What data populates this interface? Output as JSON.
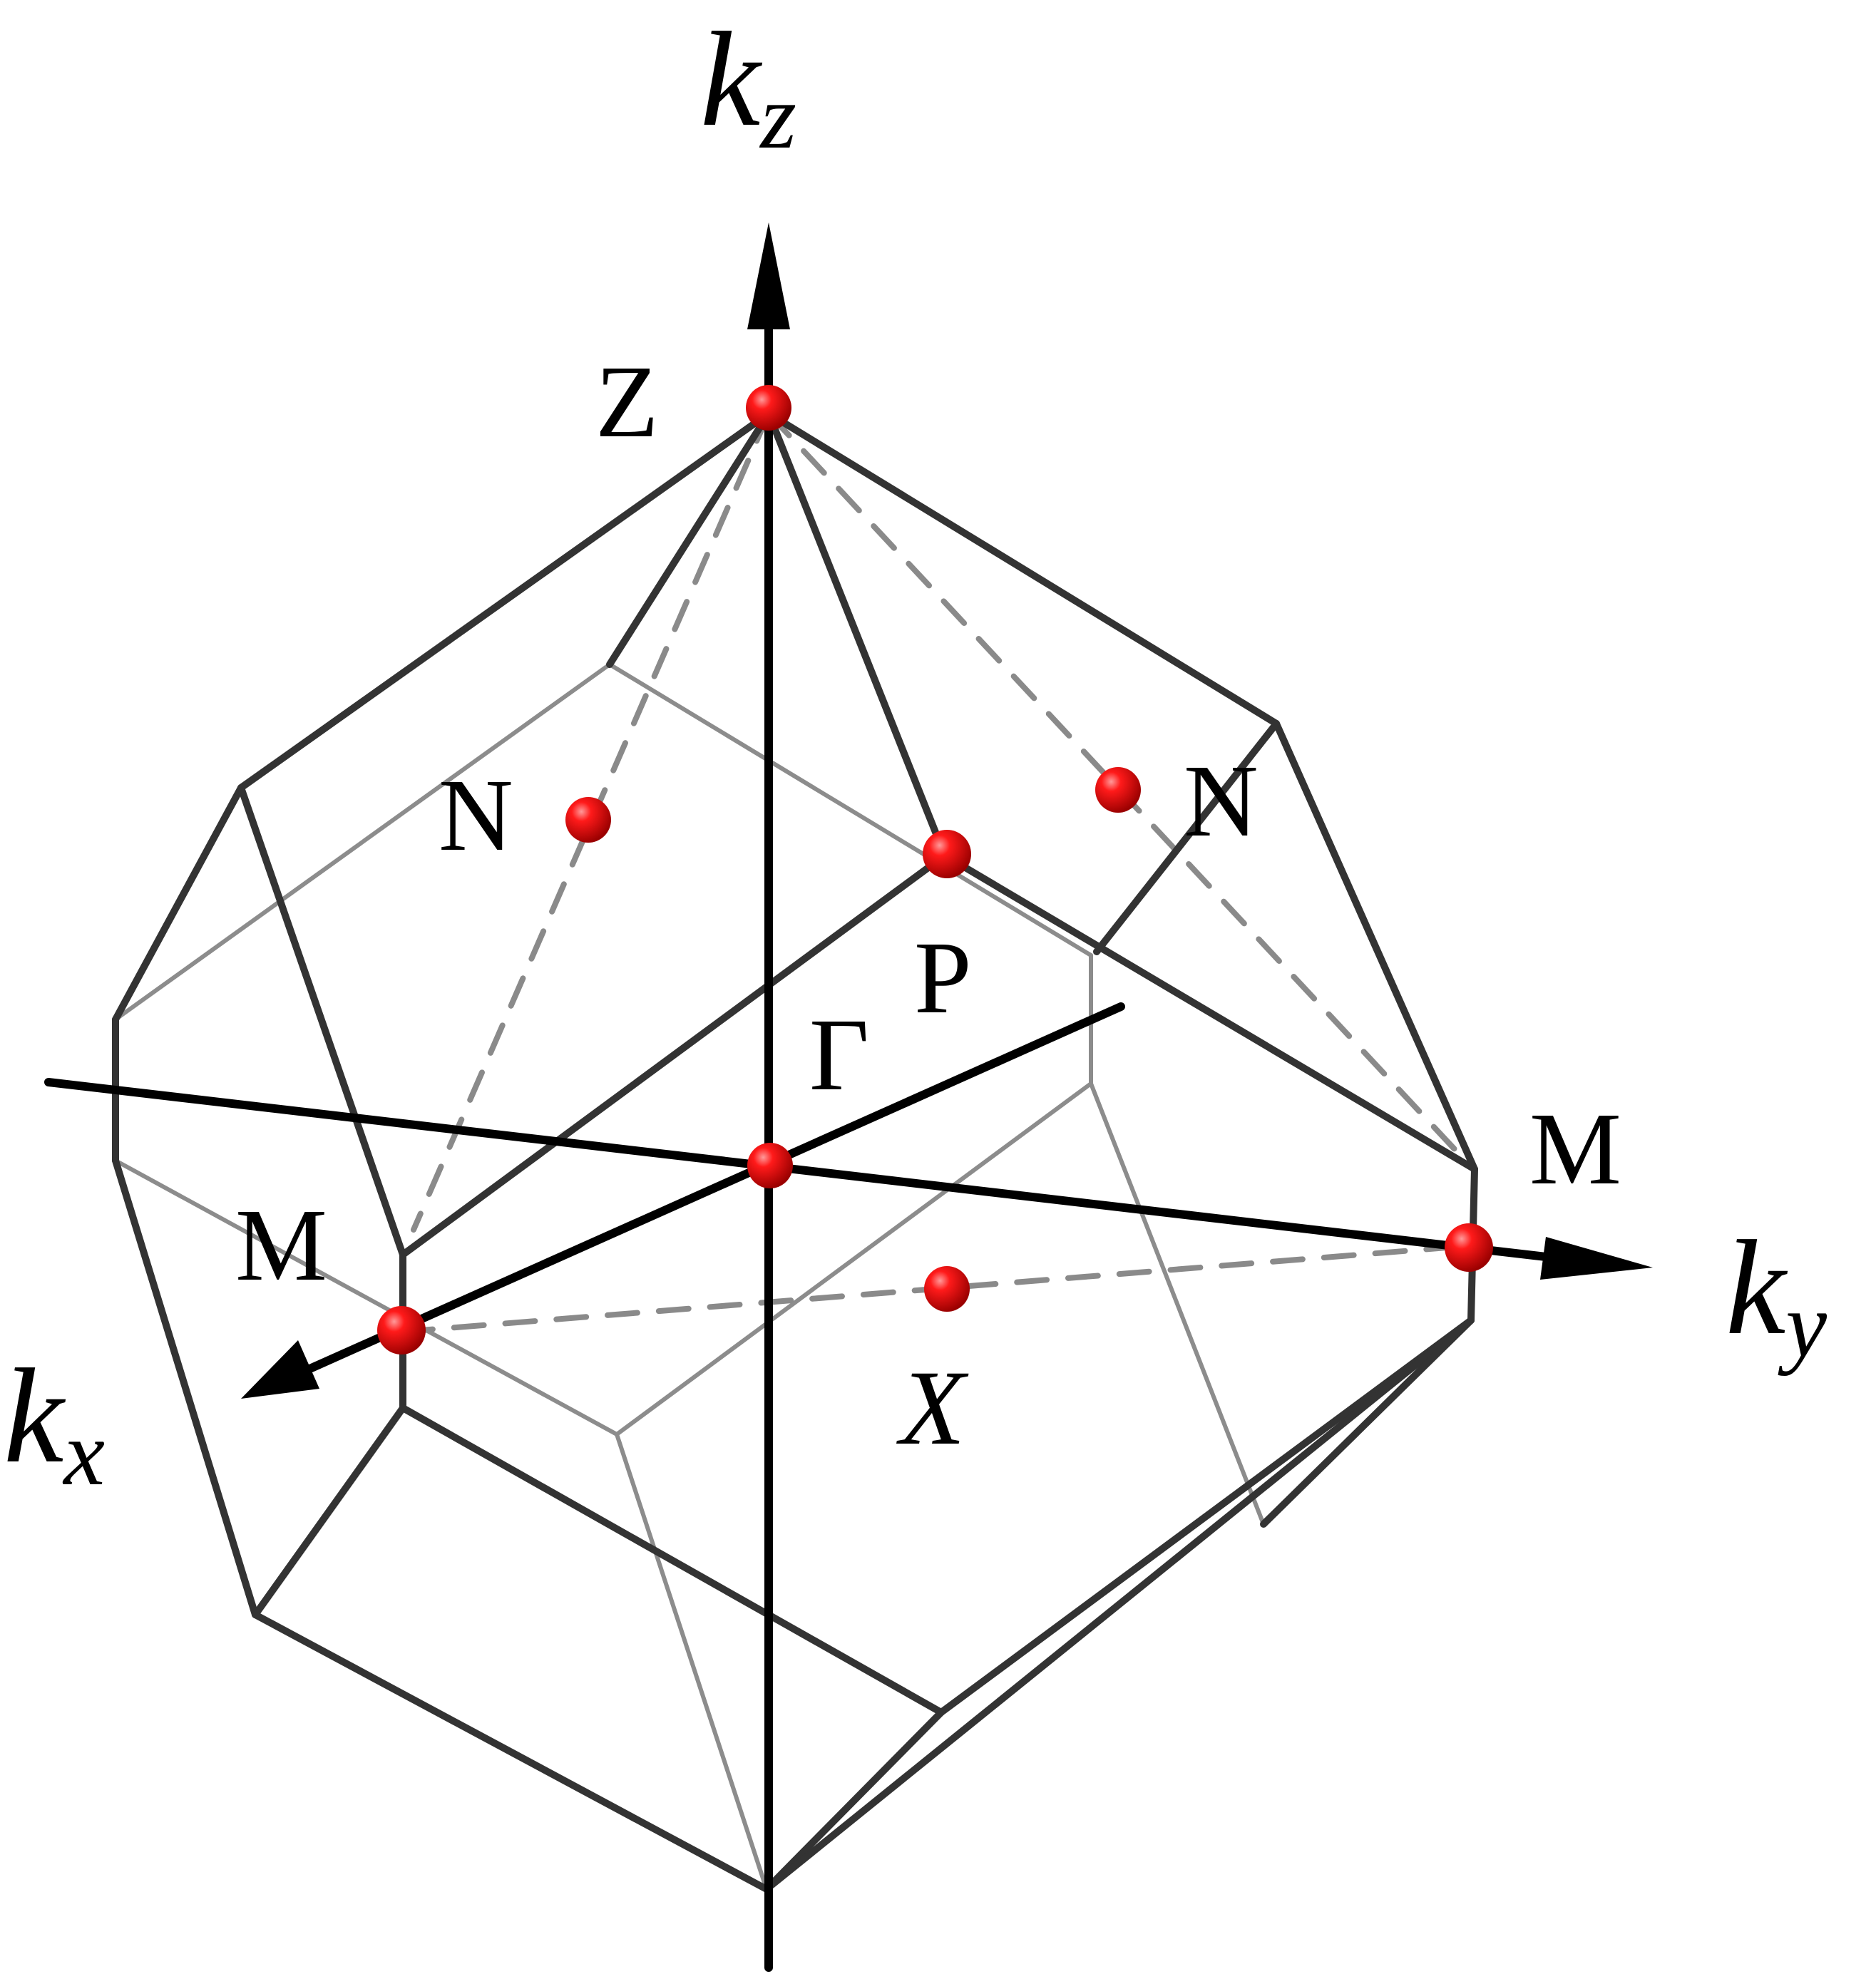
{
  "axes": {
    "kz": {
      "base": "k",
      "sub": "z"
    },
    "ky": {
      "base": "k",
      "sub": "y"
    },
    "kx": {
      "base": "k",
      "sub": "x"
    }
  },
  "points": {
    "Z": "Z",
    "N_left": "N",
    "N_right": "N",
    "P": "P",
    "Gamma": "Γ",
    "M_right": "M",
    "M_left": "M",
    "X": "X"
  },
  "colors": {
    "point": "#e00000",
    "front_edge": "#333333",
    "back_edge": "#8c8c8c",
    "dashed_path": "#8a8a8a",
    "axis": "#000000"
  }
}
